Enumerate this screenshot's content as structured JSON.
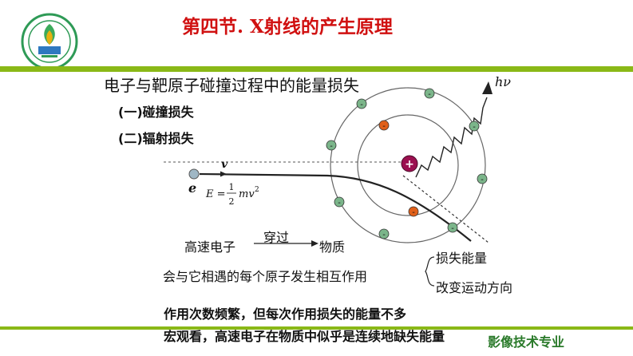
{
  "header": {
    "title": "第四节. X射线的产生原理",
    "footer_label": "影像技术专业"
  },
  "slide": {
    "subtitle": "电子与靶原子碰撞过程中的能量损失",
    "items": [
      "(一)碰撞损失",
      "(二)辐射损失"
    ]
  },
  "diagram": {
    "photon_label": "hν",
    "velocity_label": "v",
    "electron_label": "e",
    "energy_formula_lhs": "E =",
    "energy_num": "1",
    "energy_den": "2",
    "energy_rhs": "mv",
    "energy_power": "2",
    "nucleus_sign": "+",
    "electron_sign": "-"
  },
  "flow": {
    "left": "高速电子",
    "arrow_label": "穿过",
    "right": "物质",
    "interaction": "会与它相遇的每个原子发生相互作用",
    "effects": [
      "损失能量",
      "改变运动方向"
    ]
  },
  "notes": {
    "frequency": "作用次数频繁，但每次作用损失的能量不多",
    "macro": "宏观看，高速电子在物质中似乎是连续地缺失能量"
  },
  "colors": {
    "accent_bar": "#8ab817",
    "title_red": "#d01010",
    "orbit_gray": "#666666",
    "electron_green": "#7bb58a",
    "inner_electron_orange": "#e0601a",
    "nucleus_maroon": "#9b1050"
  }
}
